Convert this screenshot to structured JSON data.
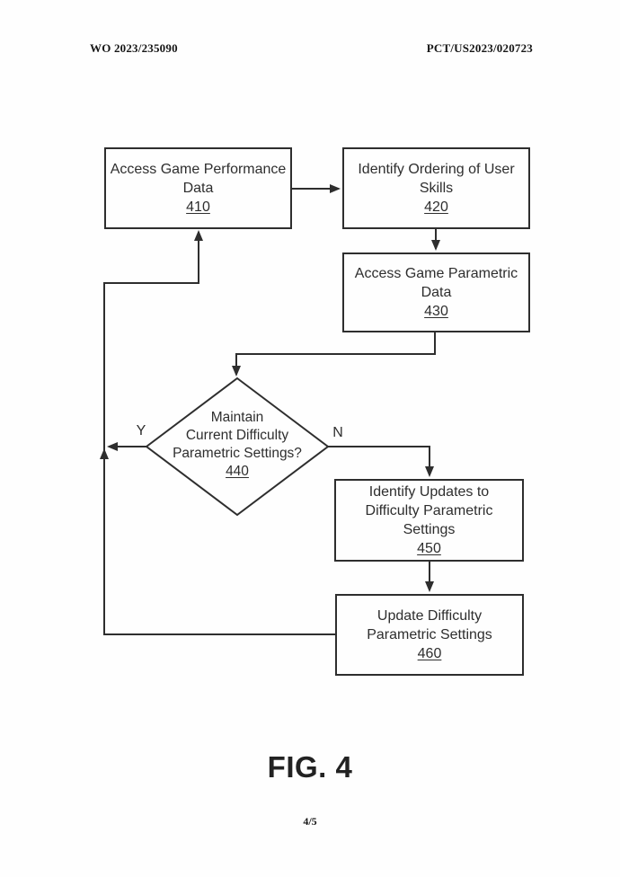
{
  "document": {
    "header_left": "WO 2023/235090",
    "header_right": "PCT/US2023/020723",
    "figure_label": "FIG. 4",
    "page_number": "4/5"
  },
  "colors": {
    "line": "#2e2e2e",
    "text": "#2e2e2e",
    "background": "#fefefe"
  },
  "flowchart": {
    "nodes": [
      {
        "id": "410",
        "shape": "rect",
        "label": "Access Game Performance Data",
        "lines": [
          "Access Game Performance",
          "Data"
        ],
        "ref": "410"
      },
      {
        "id": "420",
        "shape": "rect",
        "label": "Identify Ordering of User Skills",
        "lines": [
          "Identify Ordering of User",
          "Skills"
        ],
        "ref": "420"
      },
      {
        "id": "430",
        "shape": "rect",
        "label": "Access Game Parametric Data",
        "lines": [
          "Access Game Parametric",
          "Data"
        ],
        "ref": "430"
      },
      {
        "id": "440",
        "shape": "diamond",
        "label": "Maintain Current Difficulty Parametric Settings?",
        "lines": [
          "Maintain",
          "Current Difficulty",
          "Parametric Settings?"
        ],
        "ref": "440"
      },
      {
        "id": "450",
        "shape": "rect",
        "label": "Identify Updates to Difficulty Parametric Settings",
        "lines": [
          "Identify Updates to",
          "Difficulty Parametric",
          "Settings"
        ],
        "ref": "450"
      },
      {
        "id": "460",
        "shape": "rect",
        "label": "Update Difficulty Parametric Settings",
        "lines": [
          "Update Difficulty",
          "Parametric Settings"
        ],
        "ref": "460"
      }
    ],
    "branch_labels": {
      "yes": "Y",
      "no": "N"
    },
    "edges": [
      {
        "from": "410",
        "to": "420"
      },
      {
        "from": "420",
        "to": "430"
      },
      {
        "from": "430",
        "to": "440"
      },
      {
        "from": "440",
        "to": "feedback-loop",
        "label": "Y"
      },
      {
        "from": "440",
        "to": "450",
        "label": "N"
      },
      {
        "from": "450",
        "to": "460"
      },
      {
        "from": "460",
        "to": "410"
      }
    ]
  }
}
